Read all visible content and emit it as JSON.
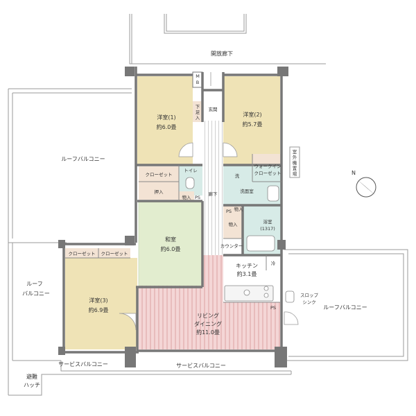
{
  "labels": {
    "open_corridor": "開放廊下",
    "roof_balcony_left": "ルーフバルコニー",
    "roof_balcony_right": "ルーフバルコニー",
    "roof_left_lower_1": "ルーフ",
    "roof_left_lower_2": "バルコニー",
    "service_balcony_left": "サービスバルコニー",
    "service_balcony_mid": "サービスバルコニー",
    "hatch_1": "避難",
    "hatch_2": "ハッチ",
    "western1_name": "洋室(1)",
    "western1_size": "約6.0畳",
    "western2_name": "洋室(2)",
    "western2_size": "約5.7畳",
    "western3_name": "洋室(3)",
    "western3_size": "約6.9畳",
    "japanese_name": "和室",
    "japanese_size": "約6.0畳",
    "kitchen_name": "キッチン",
    "kitchen_size": "約3.1畳",
    "living_1": "リビング",
    "living_2": "ダイニング",
    "living_size": "約11.0畳",
    "closet": "クローゼット",
    "closet_a": "クローゼット",
    "closet_b": "クローゼット",
    "oshiire": "押入",
    "toilet": "トイレ",
    "storage": "物入",
    "storage_2": "物入",
    "storage_3": "物入",
    "ps": "PS",
    "ps_2": "PS",
    "ps_3": "PS",
    "mb_1": "M",
    "mb_2": "B",
    "shoebox_1": "下",
    "shoebox_2": "足",
    "shoebox_3": "入",
    "entrance": "玄関",
    "hallway": "廊下",
    "wash_short": "洗",
    "washroom": "洗面室",
    "bathroom": "浴室",
    "bath_size": "(1317)",
    "walkin_1": "ウォークイン",
    "walkin_2": "クローゼット",
    "outdoor_store_1": "室",
    "outdoor_store_2": "外",
    "outdoor_store_3": "機",
    "outdoor_store_4": "置",
    "outdoor_store_5": "場",
    "fridge": "冷",
    "counter": "カウンター",
    "slop_1": "スロップ",
    "slop_2": "シンク",
    "north": "N"
  },
  "colors": {
    "western": "#efe3b6",
    "japanese": "#e2edcf",
    "wet": "#d7ebe7",
    "closet": "#f3e3d4",
    "living": "#f4d6d6",
    "living_stripe": "#e7b8b8",
    "wall": "#777777",
    "outline": "#9a9a9a"
  }
}
